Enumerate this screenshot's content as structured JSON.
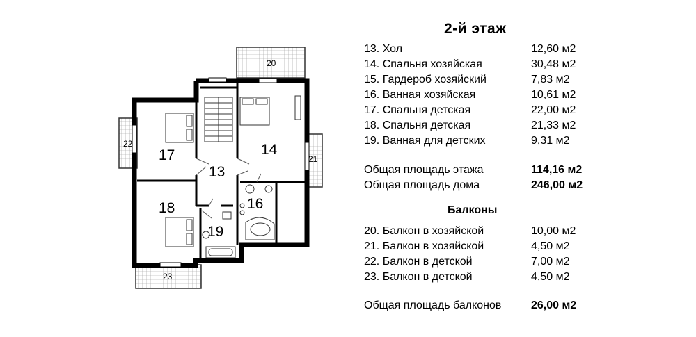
{
  "floor_title": "2-й этаж",
  "rooms": [
    {
      "label": "13. Хол",
      "area": "12,60 м2"
    },
    {
      "label": "14. Спальня хозяйская",
      "area": "30,48 м2"
    },
    {
      "label": "15. Гардероб хозяйский",
      "area": "7,83 м2"
    },
    {
      "label": "16. Ванная хозяйская",
      "area": "10,61 м2"
    },
    {
      "label": "17. Спальня детская",
      "area": "22,00 м2"
    },
    {
      "label": "18. Спальня детская",
      "area": "21,33 м2"
    },
    {
      "label": "19. Ванная для детских",
      "area": "9,31 м2"
    }
  ],
  "totals": [
    {
      "label": "Общая площадь этажа",
      "area": "114,16 м2"
    },
    {
      "label": "Общая площадь дома",
      "area": "246,00 м2"
    }
  ],
  "balconies_heading": "Балконы",
  "balconies": [
    {
      "label": "20. Балкон в хозяйской",
      "area": "10,00 м2"
    },
    {
      "label": "21. Балкон в хозяйской",
      "area": "4,50 м2"
    },
    {
      "label": "22. Балкон в детской",
      "area": "7,00 м2"
    },
    {
      "label": "23. Балкон в детской",
      "area": "4,50 м2"
    }
  ],
  "balconies_total": {
    "label": "Общая площадь балконов",
    "area": "26,00 м2"
  },
  "plan_labels": {
    "r13": "13",
    "r14": "14",
    "r16": "16",
    "r17": "17",
    "r18": "18",
    "r19": "19",
    "b20": "20",
    "b21": "21",
    "b22": "22",
    "b23": "23"
  }
}
